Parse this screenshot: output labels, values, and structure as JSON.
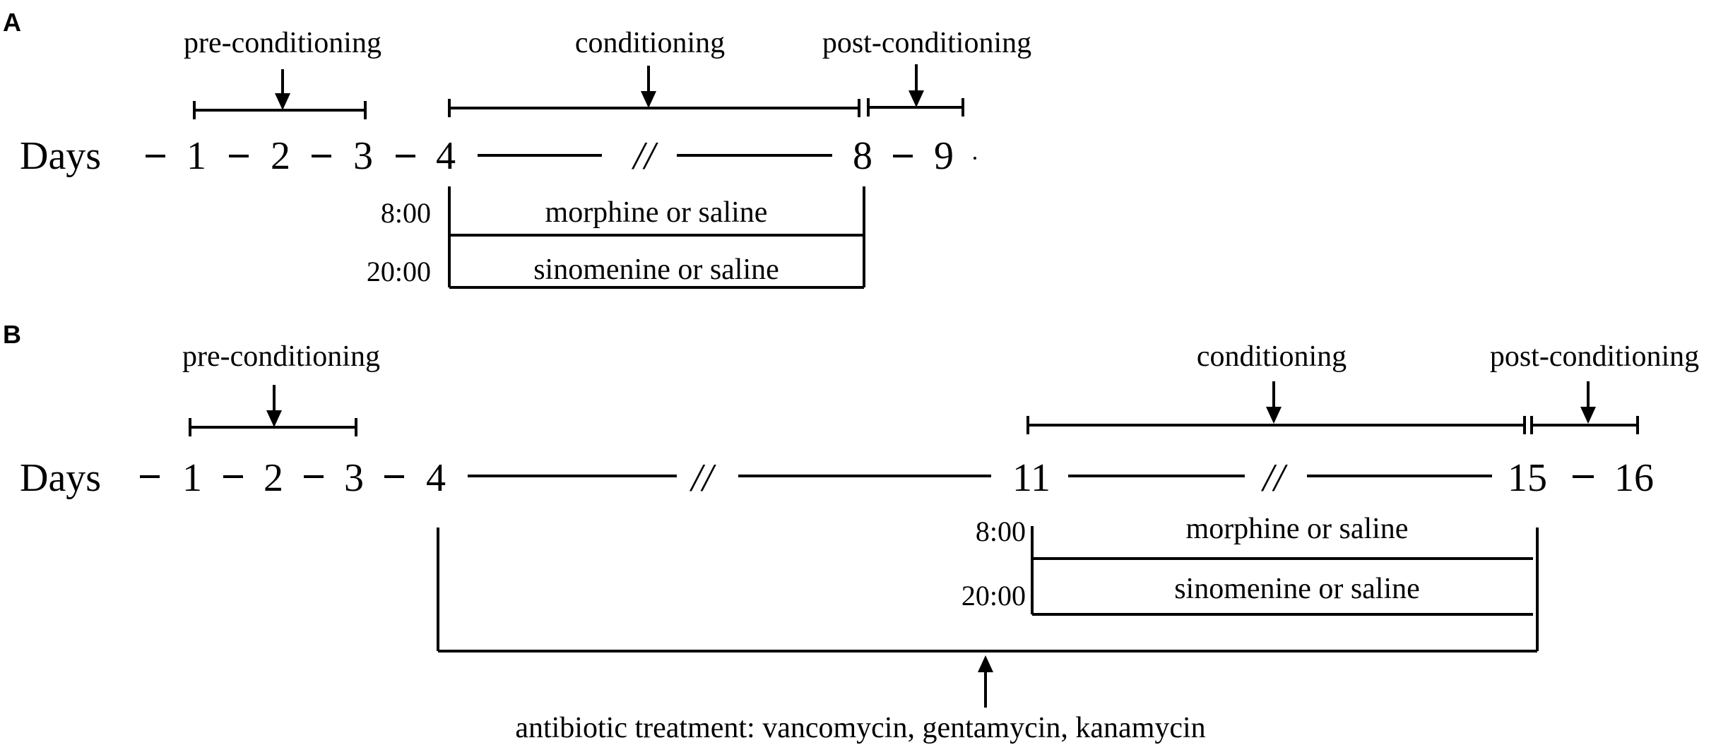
{
  "panel_a": {
    "label": "A",
    "pre_conditioning": "pre-conditioning",
    "conditioning": "conditioning",
    "post_conditioning": "post-conditioning",
    "days_label": "Days",
    "days": [
      "1",
      "2",
      "3",
      "4",
      "8",
      "9"
    ],
    "break_mark": "//",
    "time_morning": "8:00",
    "time_evening": "20:00",
    "treatment_morning": "morphine or saline",
    "treatment_evening": "sinomenine or saline"
  },
  "panel_b": {
    "label": "B",
    "pre_conditioning": "pre-conditioning",
    "conditioning": "conditioning",
    "post_conditioning": "post-conditioning",
    "days_label": "Days",
    "days": [
      "1",
      "2",
      "3",
      "4",
      "11",
      "15",
      "16"
    ],
    "break_mark": "//",
    "time_morning": "8:00",
    "time_evening": "20:00",
    "treatment_morning": "morphine or saline",
    "treatment_evening": "sinomenine or saline",
    "antibiotic_note": "antibiotic treatment: vancomycin, gentamycin, kanamycin"
  }
}
